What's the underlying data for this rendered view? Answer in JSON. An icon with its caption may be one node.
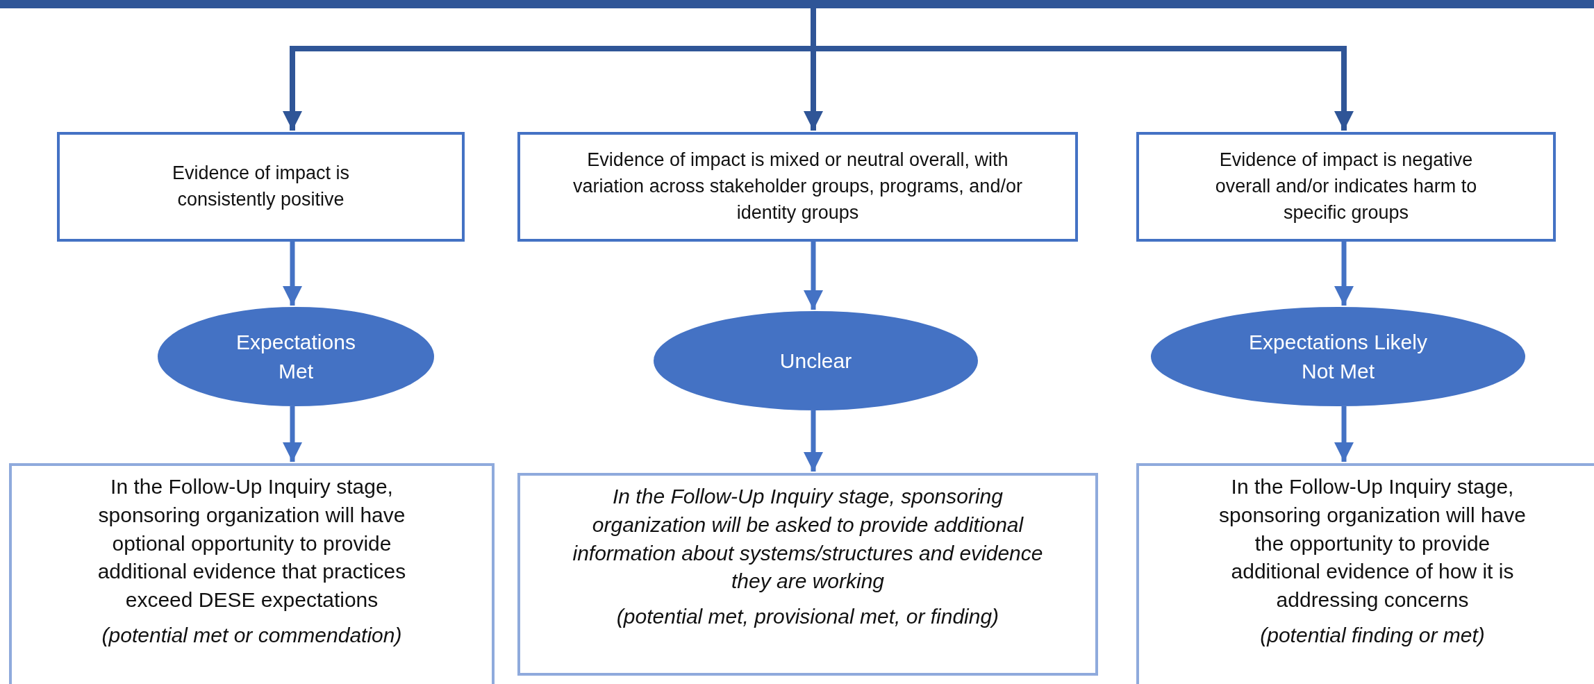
{
  "diagram": {
    "nodes": [
      {
        "text": [],
        "shape": "bar"
      },
      {
        "text": [
          "Evidence of impact is consistently positive"
        ]
      },
      {
        "text": [
          "Evidence of impact is mixed or neutral overall, with variation across stakeholder groups, programs, and/or identity groups"
        ]
      },
      {
        "text": [
          "Evidence of impact is negative overall and/or indicates harm to specific groups"
        ]
      },
      {
        "text": [
          "Expectations Met"
        ]
      },
      {
        "text": [
          "Unclear"
        ]
      },
      {
        "text": [
          "Expectations Likely Not Met"
        ]
      },
      {
        "text": [
          "In the Follow-Up Inquiry stage, sponsoring organization will have optional opportunity to provide additional evidence that practices exceed DESE expectations",
          "(potential met or commendation)"
        ]
      },
      {
        "text": [
          "In the Follow-Up Inquiry stage, sponsoring organization will be asked to provide additional information about systems/structures and evidence they are working",
          "(potential met, provisional met, or finding)"
        ]
      },
      {
        "text": [
          "In the Follow-Up Inquiry stage, sponsoring organization will have the opportunity to provide additional evidence of how it is addressing concerns",
          "(potential finding or met)"
        ]
      }
    ],
    "edges": [
      {
        "from": 0,
        "to": 1,
        "arrow": "to",
        "color": "#2f5597"
      },
      {
        "from": 0,
        "to": 2,
        "arrow": "to",
        "color": "#2f5597"
      },
      {
        "from": 0,
        "to": 3,
        "arrow": "to",
        "color": "#2f5597"
      },
      {
        "from": 1,
        "to": 4,
        "arrow": "to"
      },
      {
        "from": 2,
        "to": 5,
        "arrow": "to"
      },
      {
        "from": 3,
        "to": 6,
        "arrow": "to"
      },
      {
        "from": 4,
        "to": 7,
        "arrow": "to"
      },
      {
        "from": 5,
        "to": 8,
        "arrow": "to"
      },
      {
        "from": 6,
        "to": 9,
        "arrow": "to"
      }
    ]
  }
}
